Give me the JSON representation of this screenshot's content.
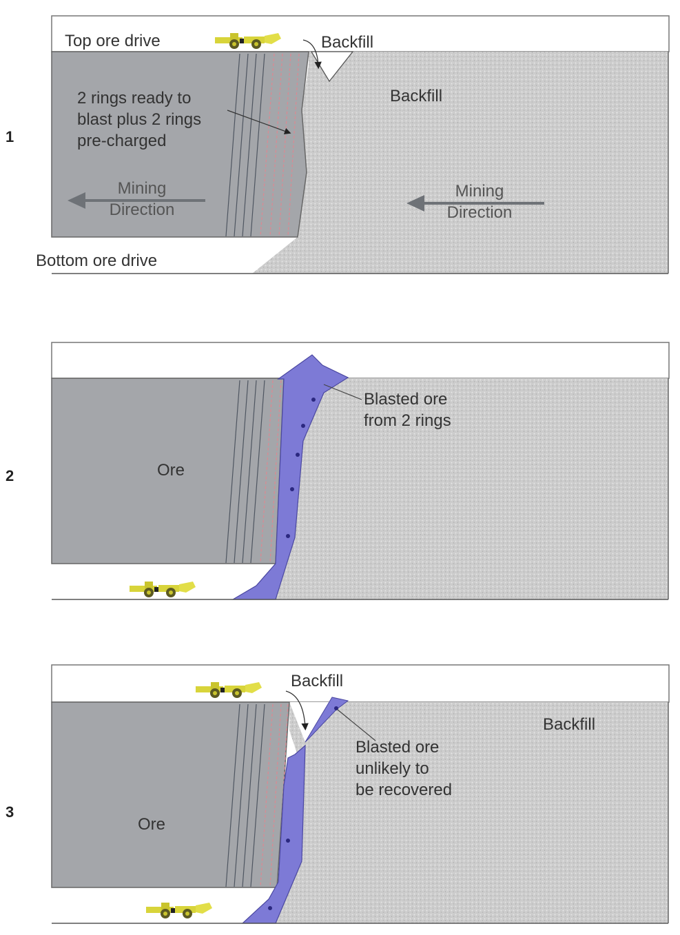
{
  "diagram": {
    "type": "sublevel-stoping-sequence",
    "colors": {
      "ore": "#a4a6aa",
      "backfill": "#c9c9c9",
      "blasted_ore": "#7d7ad6",
      "drive": "#ffffff",
      "ring_charged": "#d98a93",
      "ring_drilled": "#4e5560",
      "loader": "#d8d43a",
      "outline": "#555555"
    },
    "panels": [
      {
        "step": "1",
        "labels": {
          "top_drive": "Top ore drive",
          "bottom_drive": "Bottom ore drive",
          "backfill_arrow": "Backfill",
          "backfill_region": "Backfill",
          "rings_note": "2 rings ready to\nblast plus 2 rings\npre-charged",
          "mining_dir_left": "Mining\nDirection",
          "mining_dir_right": "Mining\nDirection"
        }
      },
      {
        "step": "2",
        "labels": {
          "ore": "Ore",
          "blasted_ore": "Blasted ore\nfrom 2 rings"
        }
      },
      {
        "step": "3",
        "labels": {
          "ore": "Ore",
          "backfill_arrow": "Backfill",
          "backfill_region": "Backfill",
          "blasted_ore": "Blasted ore\nunlikely to\nbe recovered"
        }
      }
    ]
  }
}
